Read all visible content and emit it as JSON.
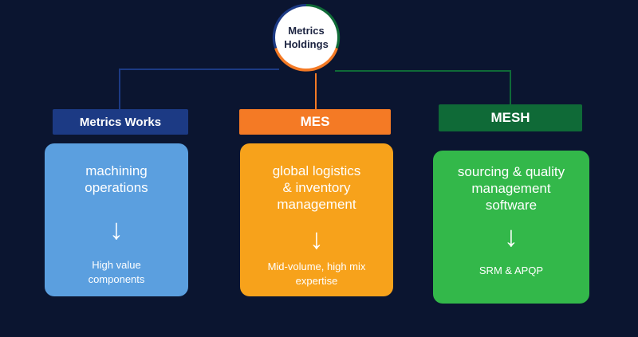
{
  "colors": {
    "background": "#0b1530",
    "works": "#1c3a84",
    "works_card": "#5b9fdf",
    "mes": "#f47a25",
    "mes_card": "#f7a21b",
    "mesh": "#0f6a37",
    "mesh_card": "#33b84a"
  },
  "root": {
    "label": "Metrics\nHoldings"
  },
  "branches": [
    {
      "header": "Metrics Works",
      "title": "machining\noperations",
      "arrow": "↓",
      "subtitle": "High value\ncomponents"
    },
    {
      "header": "MES",
      "title": "global logistics\n& inventory\nmanagement",
      "arrow": "↓",
      "subtitle": "Mid-volume, high mix\nexpertise"
    },
    {
      "header": "MESH",
      "title": "sourcing & quality\nmanagement\nsoftware",
      "arrow": "↓",
      "subtitle": "SRM & APQP"
    }
  ]
}
